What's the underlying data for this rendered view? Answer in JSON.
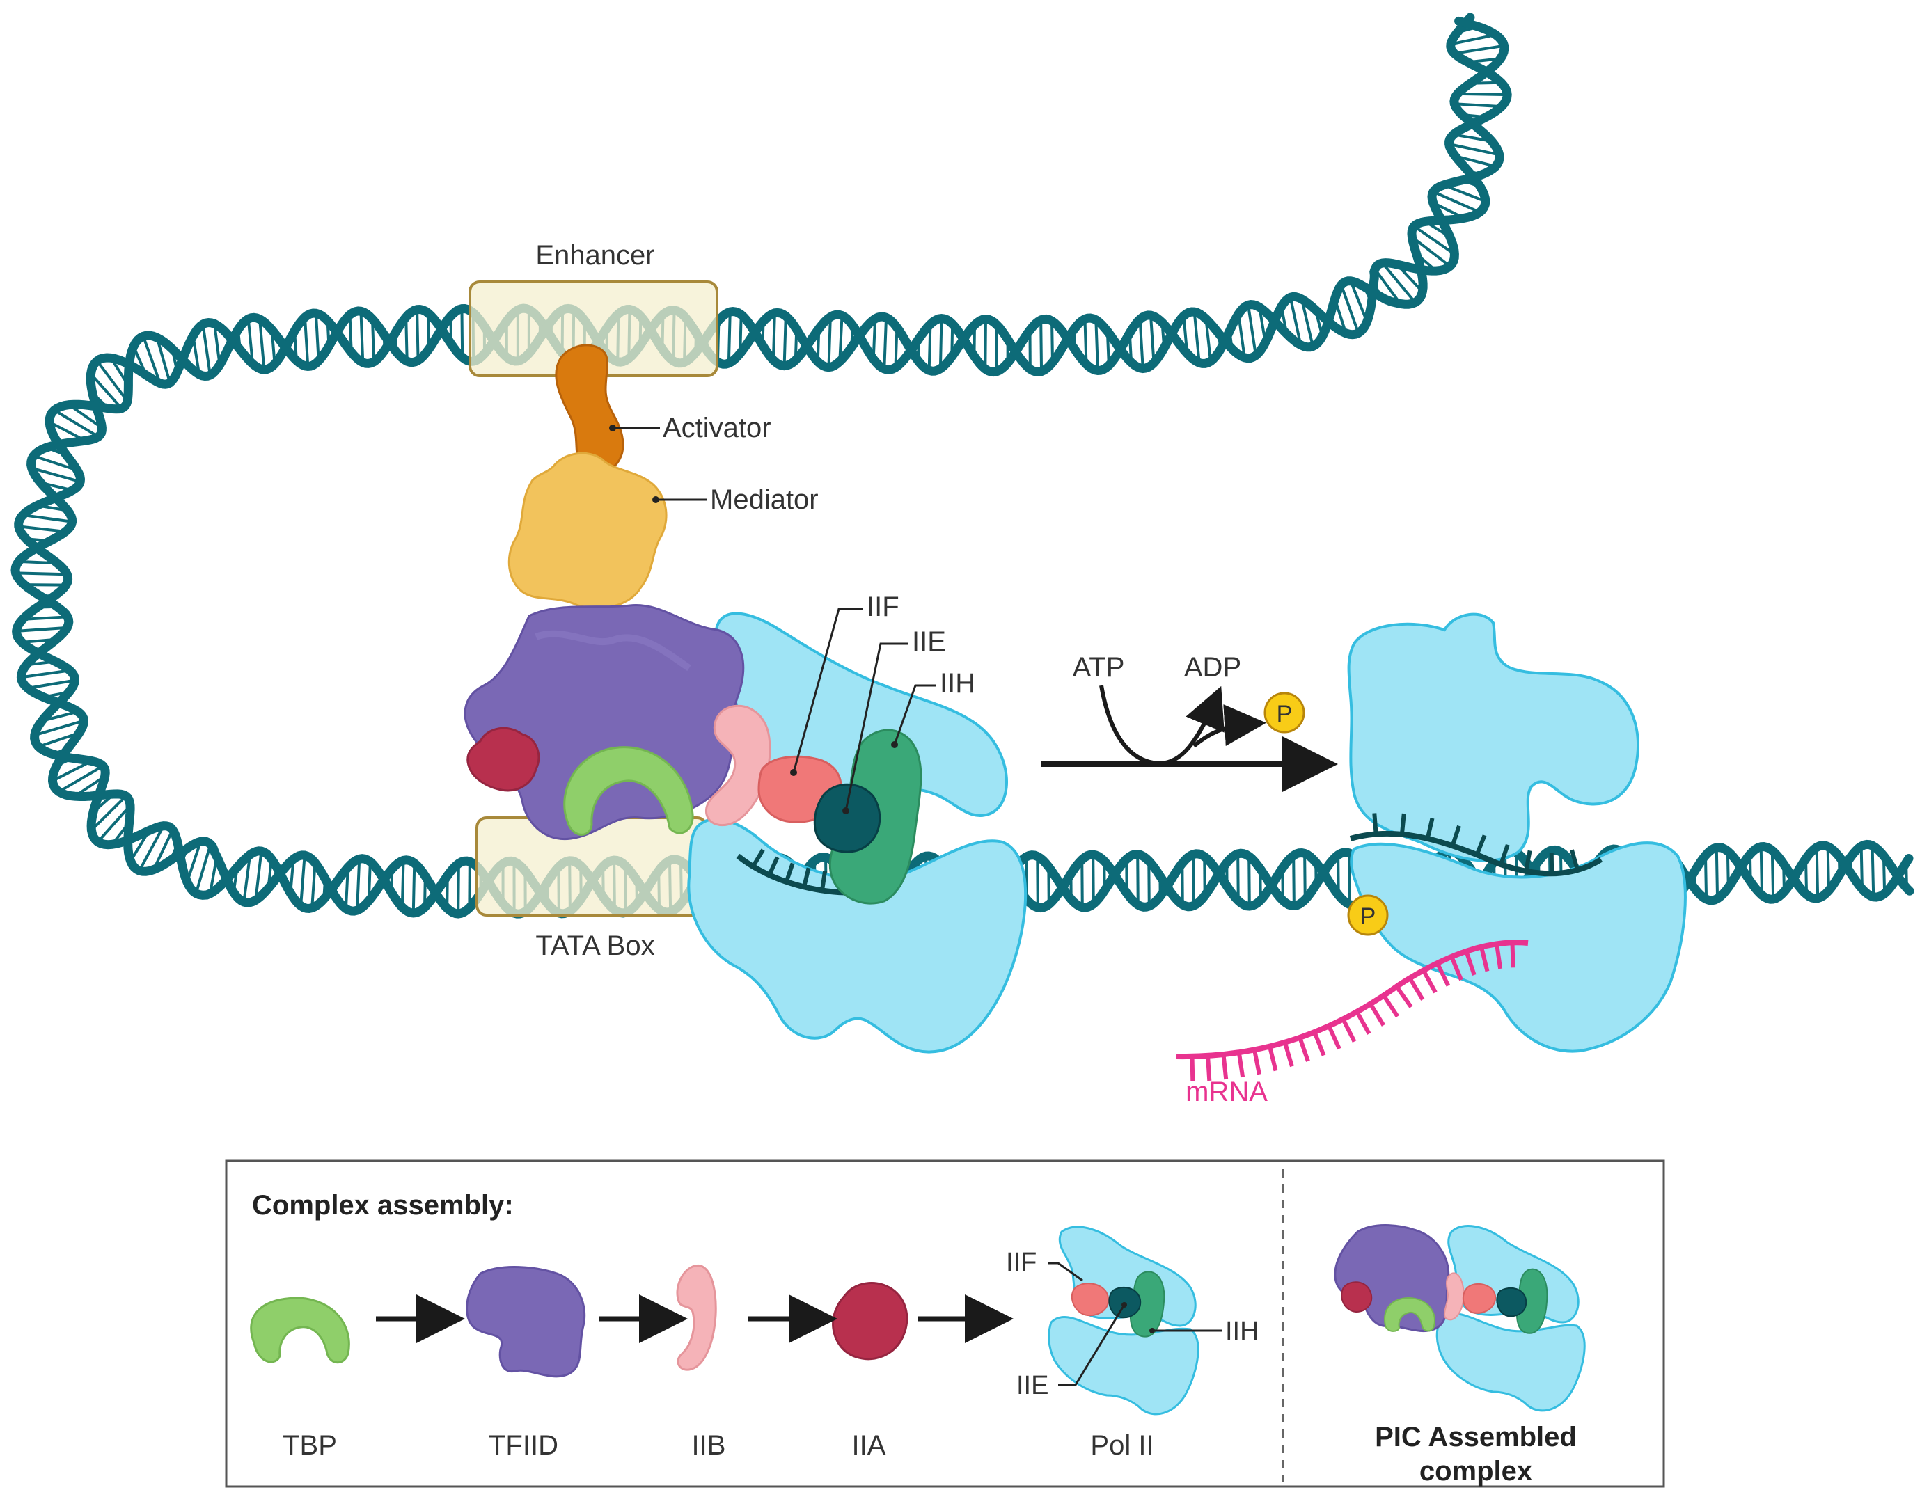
{
  "labels": {
    "enhancer": "Enhancer",
    "activator": "Activator",
    "mediator": "Mediator",
    "tata_box": "TATA Box",
    "iif": "IIF",
    "iie": "IIE",
    "iih": "IIH",
    "atp": "ATP",
    "adp": "ADP",
    "phosphate": "P",
    "mrna": "mRNA"
  },
  "legend": {
    "title": "Complex assembly:",
    "items": [
      "TBP",
      "TFIID",
      "IIB",
      "IIA",
      "Pol II"
    ],
    "pol_labels": {
      "iif": "IIF",
      "iie": "IIE",
      "iih": "IIH"
    },
    "pic_line1": "PIC Assembled",
    "pic_line2": "complex"
  },
  "colors": {
    "dna": "#0d6b78",
    "dna_rung": "#0d6b78",
    "box_fill": "#f4efcf",
    "box_stroke": "#a8893a",
    "activator": "#d97a0e",
    "mediator": "#f2c35c",
    "tfiid": "#7a68b5",
    "tbp": "#8fcf6a",
    "iib": "#f5b3b8",
    "iia": "#b8304e",
    "iif": "#f07878",
    "iie": "#0c5961",
    "iih": "#3aa878",
    "pol2": "#9fe4f5",
    "pol2_stroke": "#35bde0",
    "mrna": "#e8338f",
    "phosphate": "#f8cc17",
    "arrow": "#1a1a1a"
  }
}
